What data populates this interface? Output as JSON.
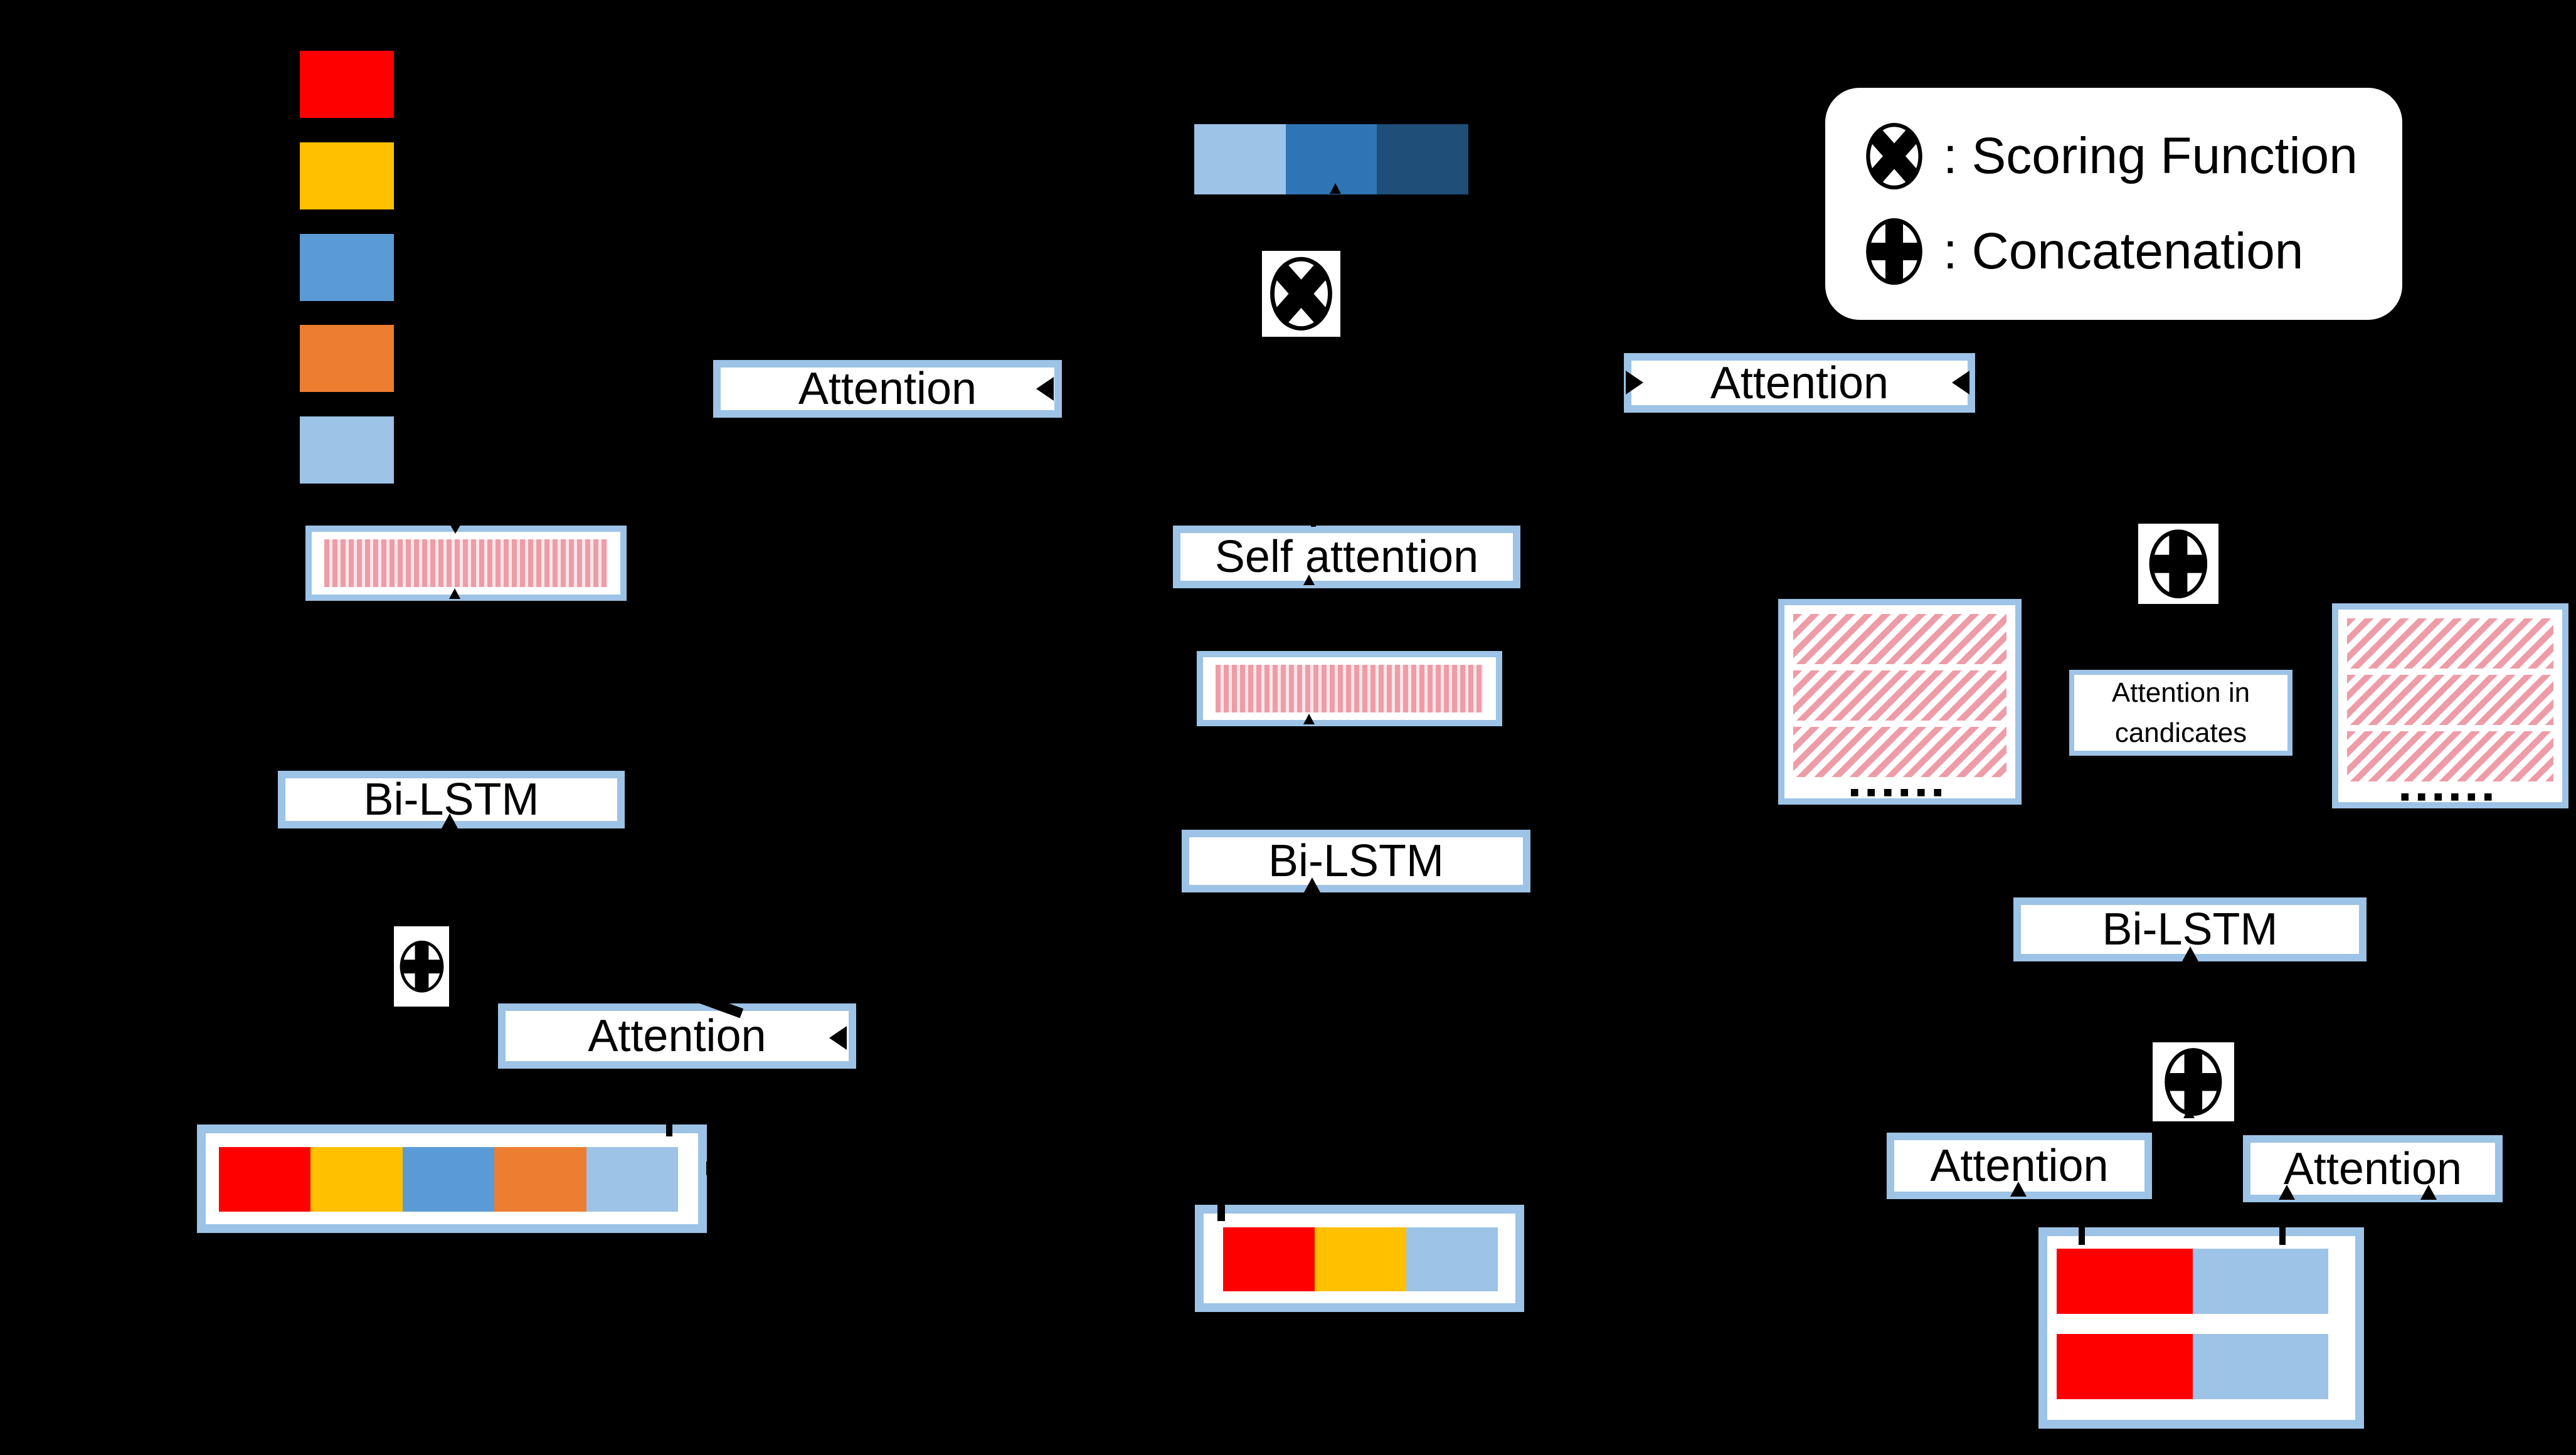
{
  "labels": {
    "attention": "Attention",
    "self_attention": "Self attention",
    "bilstm": "Bi-LSTM",
    "attention_in_candidates_line1": "Attention in",
    "attention_in_candidates_line2": "candicates",
    "dots": "■■■■■■"
  },
  "legend": {
    "scoring": ": Scoring Function",
    "concatenation": ": Concatenation"
  },
  "colors": {
    "red": "#FF0000",
    "gold": "#FFC000",
    "blue": "#5B9BD5",
    "orange": "#ED7D31",
    "light_blue": "#9DC3E6",
    "mid_blue": "#2E75B6",
    "dark_blue": "#1F4E79",
    "border_blue": "#9DC3E6",
    "stripe_pink": "#EE9CA7"
  },
  "bars": {
    "token_squares": [
      "red",
      "gold",
      "blue",
      "orange",
      "light_blue"
    ],
    "passage_segments": [
      "light_blue",
      "mid_blue",
      "dark_blue"
    ],
    "fused_left_segments": [
      "red",
      "gold",
      "blue",
      "orange",
      "light_blue"
    ],
    "fused_mid_segments": [
      "red",
      "gold",
      "light_blue"
    ],
    "candidate_row": [
      "red",
      "light_blue"
    ]
  }
}
